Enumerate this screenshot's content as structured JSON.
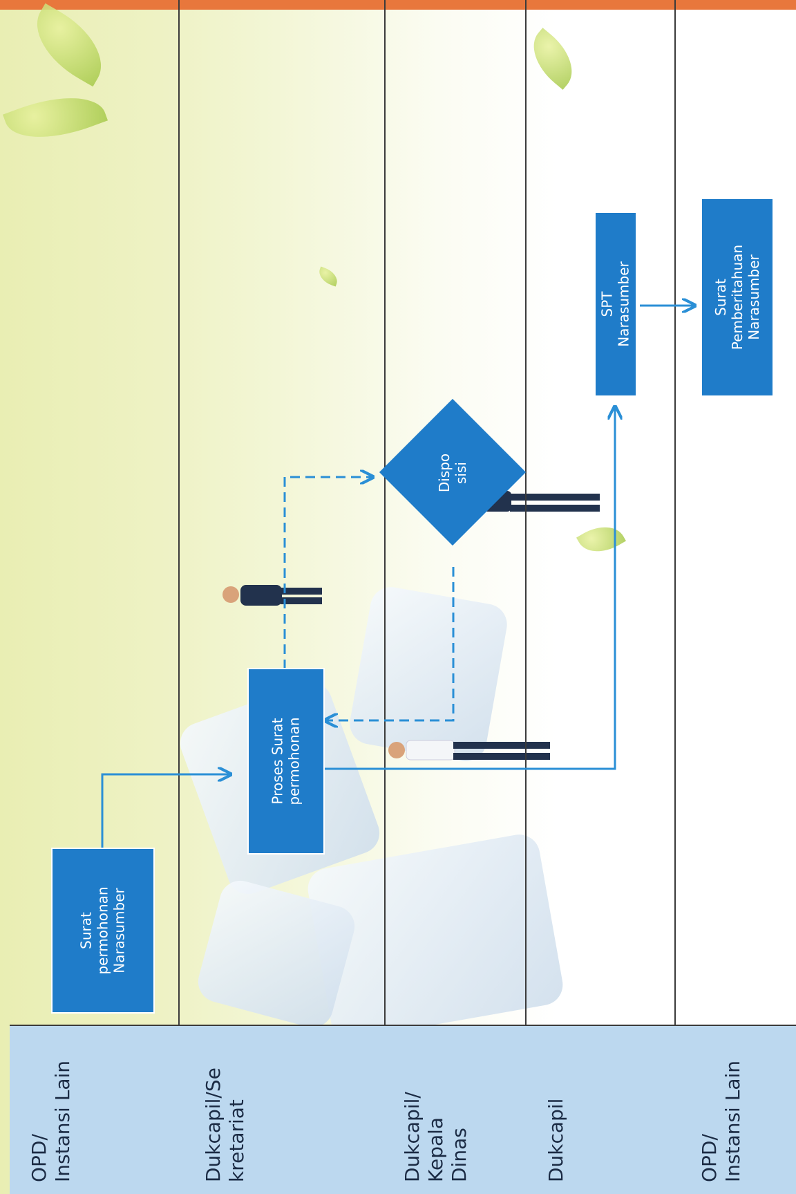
{
  "lanes": [
    {
      "label": "OPD/\nInstansi Lain"
    },
    {
      "label": "Dukcapil/Se\nkretariat"
    },
    {
      "label": "Dukcapil/\nKepala\nDinas"
    },
    {
      "label": "Dukcapil"
    },
    {
      "label": "OPD/\nInstansi Lain"
    }
  ],
  "nodes": {
    "surat_permohonan": "Surat\npermohonan\nNarasumber",
    "proses_surat": "Proses Surat\npermohonan",
    "disposisi": "Dispo\nsisi",
    "spt": "SPT Narasumber",
    "surat_pemberitahuan": "Surat\nPemberitahuan\nNarasumber"
  },
  "colors": {
    "node_fill": "#1f7cc9",
    "arrow": "#2a8fd6",
    "label_column": "#bcd8ef",
    "accent_strip": "#e8773c"
  }
}
